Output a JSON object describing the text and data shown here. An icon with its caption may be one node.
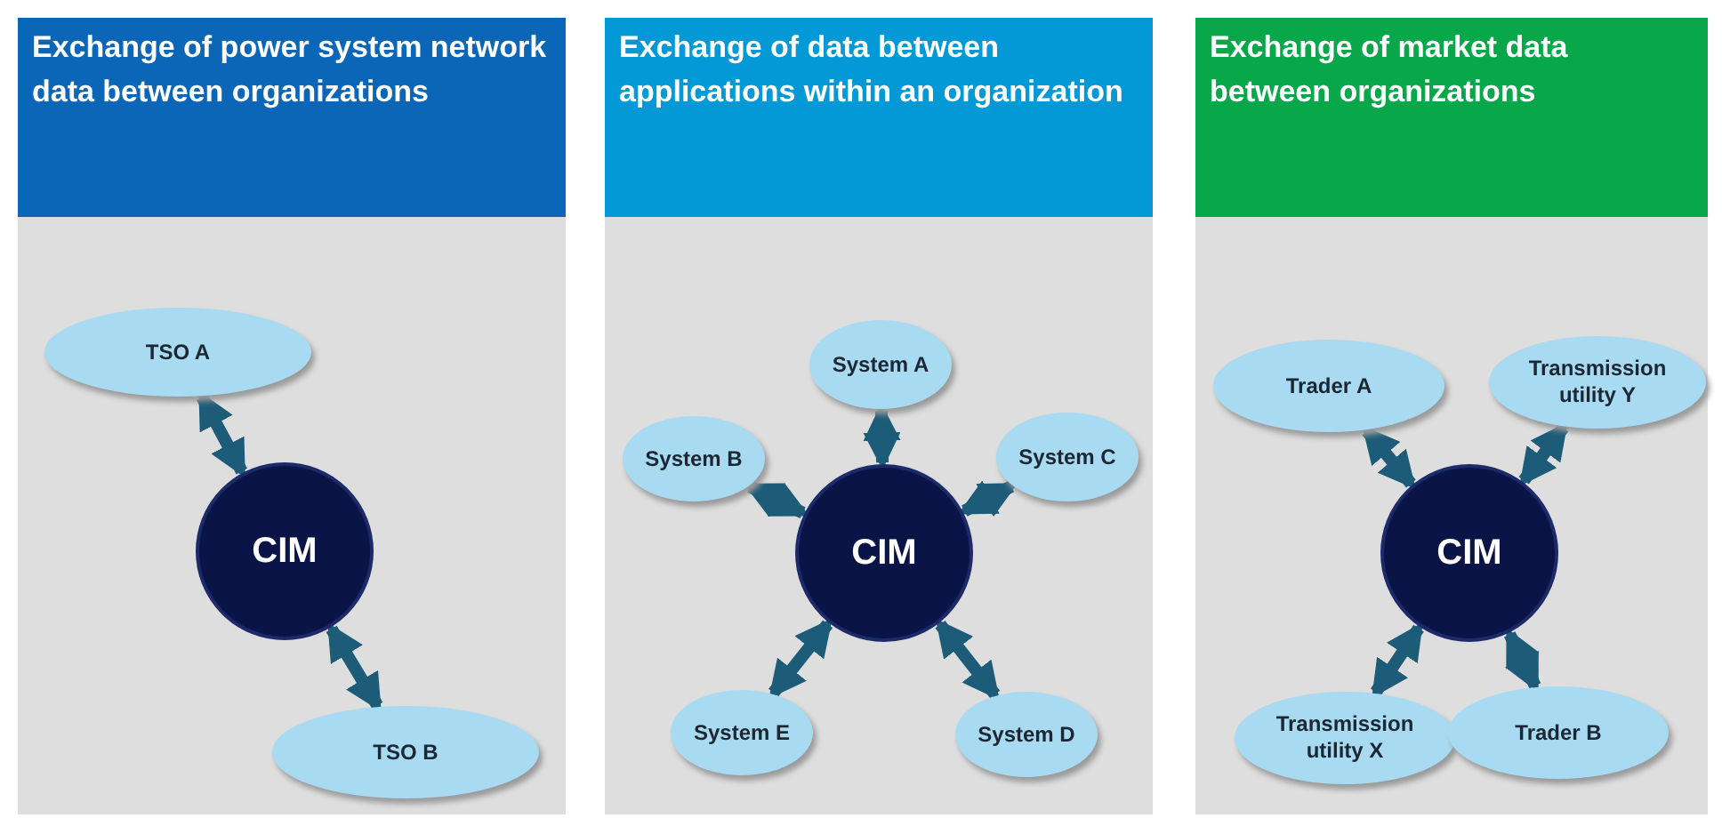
{
  "diagram": {
    "nodes": [
      {
        "text": [
          "**Exchange** of power system network data between organizations"
        ]
      },
      {
        "text": [
          "TSO A"
        ],
        "in": 0
      },
      {
        "text": [
          "CIM"
        ],
        "in": 0
      },
      {
        "text": [
          "TSO B"
        ],
        "in": 0
      },
      {
        "text": [
          "**Exchange** of data between applications within an organization"
        ]
      },
      {
        "text": [
          "System A"
        ],
        "in": 4
      },
      {
        "text": [
          "System B"
        ],
        "in": 4
      },
      {
        "text": [
          "System C"
        ],
        "in": 4
      },
      {
        "text": [
          "CIM"
        ],
        "in": 4
      },
      {
        "text": [
          "System E"
        ],
        "in": 4
      },
      {
        "text": [
          "System D"
        ],
        "in": 4
      },
      {
        "text": [
          "**Exchange** of market data between organizations"
        ]
      },
      {
        "text": [
          "Trader A"
        ],
        "in": 11
      },
      {
        "text": [
          "Transmission utility Y"
        ],
        "in": 11
      },
      {
        "text": [
          "CIM"
        ],
        "in": 11
      },
      {
        "text": [
          "Transmission utility X"
        ],
        "in": 11
      },
      {
        "text": [
          "Trader B"
        ],
        "in": 11
      }
    ],
    "edges": [
      {
        "from": 1,
        "to": 2,
        "arrow": "both"
      },
      {
        "from": 2,
        "to": 3,
        "arrow": "both"
      },
      {
        "from": 5,
        "to": 8,
        "arrow": "both"
      },
      {
        "from": 6,
        "to": 8,
        "arrow": "both"
      },
      {
        "from": 7,
        "to": 8,
        "arrow": "both"
      },
      {
        "from": 8,
        "to": 9,
        "arrow": "both"
      },
      {
        "from": 8,
        "to": 10,
        "arrow": "both"
      },
      {
        "from": 12,
        "to": 14,
        "arrow": "both"
      },
      {
        "from": 13,
        "to": 14,
        "arrow": "both"
      },
      {
        "from": 14,
        "to": 15,
        "arrow": "both"
      },
      {
        "from": 14,
        "to": 16,
        "arrow": "both"
      }
    ]
  }
}
